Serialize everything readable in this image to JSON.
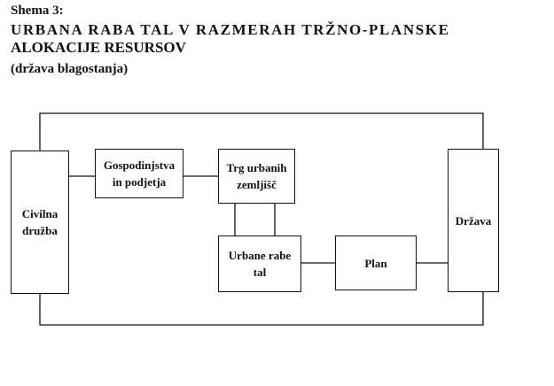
{
  "header": {
    "scheme_label": "Shema 3:",
    "title_line1": "URBANA RABA TAL V RAZMERAH TRŽNO-PLANSKE",
    "title_line2": "ALOKACIJE RESURSOV",
    "subtitle": "(država blagostanja)"
  },
  "diagram": {
    "civilna": "Civilna družba",
    "gospodinjstva": "Gospodinjstva in podjetja",
    "trg": "Trg urbanih zemljišč",
    "urbane": "Urbane rabe tal",
    "plan": "Plan",
    "drzava": "Država"
  }
}
